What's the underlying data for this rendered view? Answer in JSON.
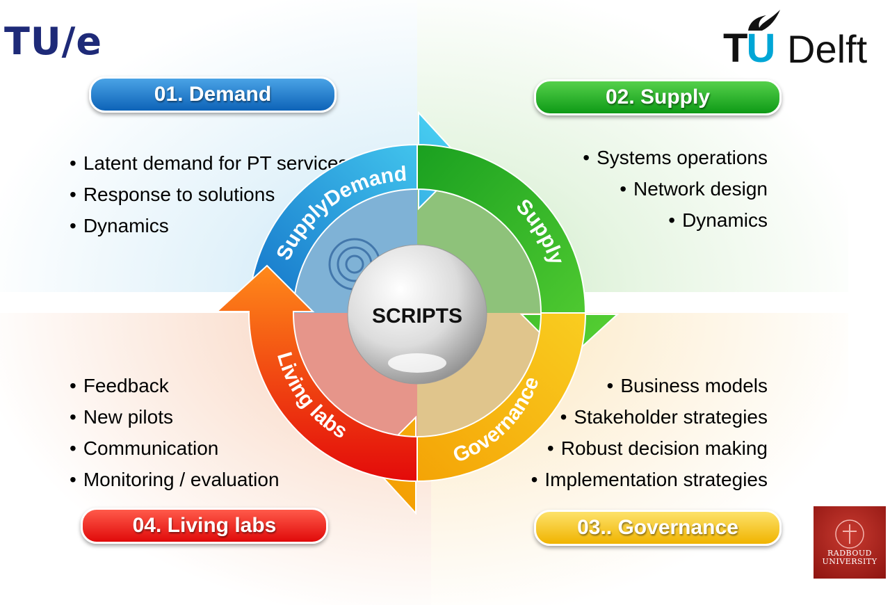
{
  "logos": {
    "tue": "TU/e",
    "tudelft_tu": "TU",
    "tudelft_delft": "Delft",
    "radboud": [
      "RADBOUD",
      "UNIVERSITY"
    ]
  },
  "center": "SCRIPTS",
  "colors": {
    "demand": "#0d63b8",
    "supply": "#0e9a16",
    "governance": "#f0b400",
    "living_labs": "#e00a0a"
  },
  "quadrants": {
    "demand": {
      "title": "01. Demand",
      "bullets": [
        "Latent demand for PT services",
        "Response to solutions",
        "Dynamics"
      ]
    },
    "supply": {
      "title": "02. Supply",
      "bullets": [
        "Systems operations",
        "Network design",
        "Dynamics"
      ]
    },
    "governance": {
      "title": "03.. Governance",
      "bullets": [
        "Business models",
        "Stakeholder strategies",
        "Robust decision making",
        "Implementation strategies"
      ]
    },
    "living_labs": {
      "title": "04. Living labs",
      "bullets": [
        "Feedback",
        "New pilots",
        "Communication",
        "Monitoring / evaluation"
      ]
    }
  },
  "arrows": {
    "demand": "SupplyDemand",
    "supply": "Supply",
    "governance": "Governance",
    "living_labs": "Living labs"
  }
}
